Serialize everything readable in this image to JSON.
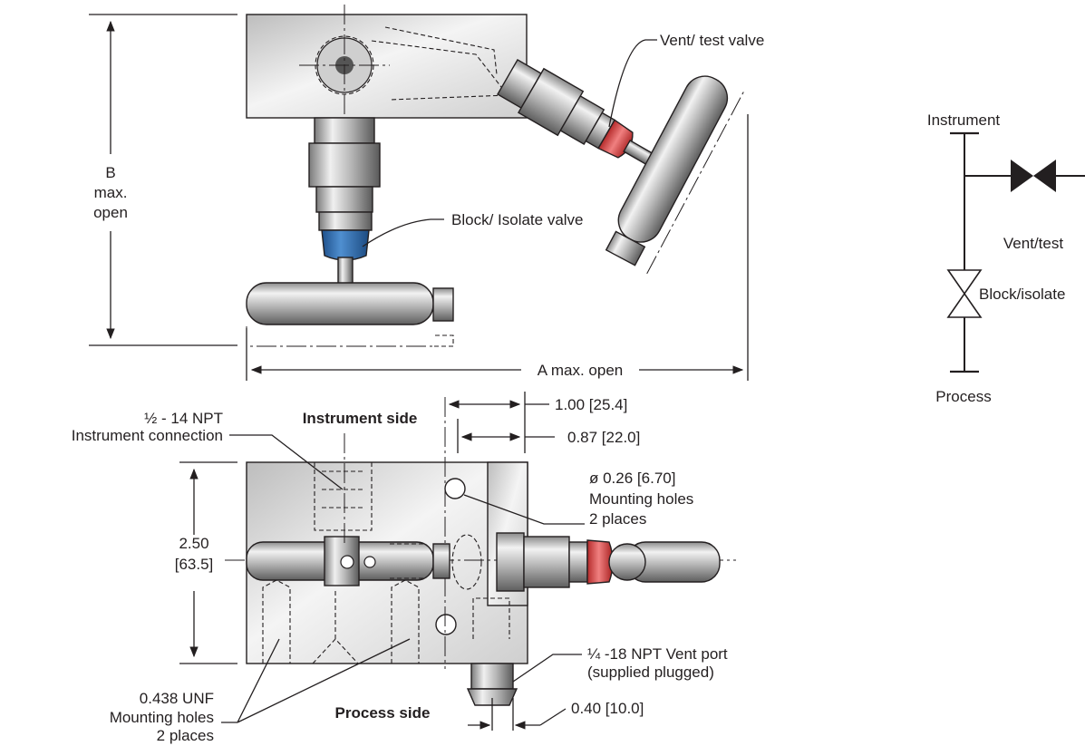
{
  "top_view": {
    "vent_test_valve_label": "Vent/ test valve",
    "block_isolate_valve_label": "Block/ Isolate valve",
    "dim_b_line1": "B",
    "dim_b_line2": "max.",
    "dim_b_line3": "open",
    "dim_a_label": "A max. open"
  },
  "bottom_view": {
    "instrument_side": "Instrument side",
    "process_side": "Process side",
    "npt_half_line1": "½ - 14 NPT",
    "npt_half_line2": "Instrument connection",
    "dim_height_line1": "2.50",
    "dim_height_line2": "[63.5]",
    "dim_1_00": "1.00 [25.4]",
    "dim_0_87": "0.87 [22.0]",
    "holes_dia": "ø 0.26 [6.70]",
    "holes_line2": "Mounting holes",
    "holes_line3": "2 places",
    "vent_port_line1": "¼ -18 NPT Vent port",
    "vent_port_line2": "(supplied plugged)",
    "dim_0_40": "0.40 [10.0]",
    "unf_line1": "0.438 UNF",
    "unf_line2": "Mounting holes",
    "unf_line3": "2 places"
  },
  "schematic": {
    "instrument": "Instrument",
    "vent_test": "Vent/test",
    "block_isolate": "Block/isolate",
    "process": "Process"
  }
}
